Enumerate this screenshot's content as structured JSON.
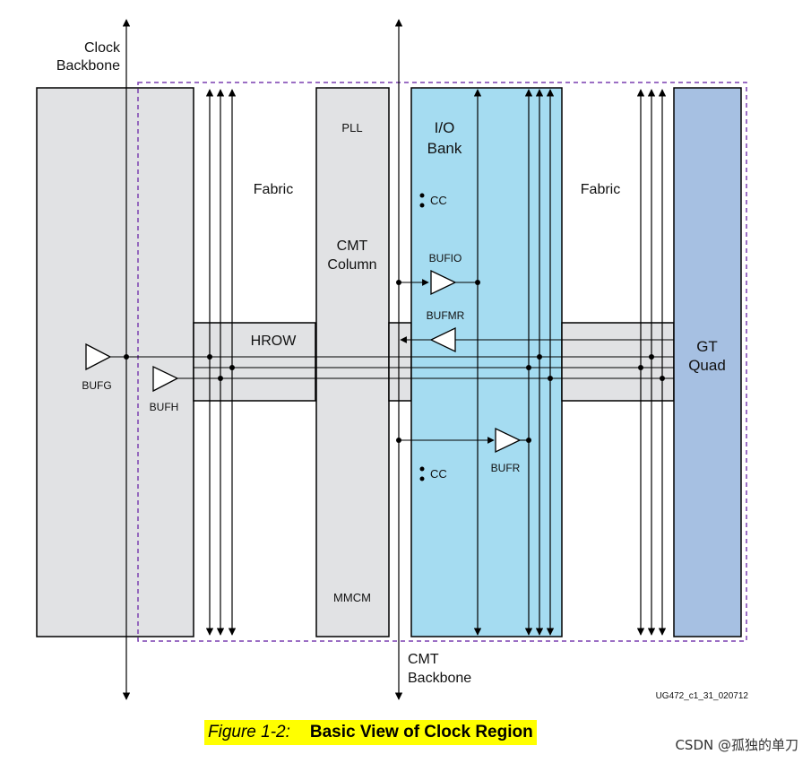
{
  "labels": {
    "clock_backbone": [
      "Clock",
      "Backbone"
    ],
    "cmt_backbone": [
      "CMT",
      "Backbone"
    ],
    "fabric_left": "Fabric",
    "fabric_right": "Fabric",
    "hrow": "HROW",
    "pll": "PLL",
    "cmt_column": [
      "CMT",
      "Column"
    ],
    "mmcm": "MMCM",
    "io_bank": [
      "I/O",
      "Bank"
    ],
    "cc_top": "CC",
    "cc_bottom": "CC",
    "bufio": "BUFIO",
    "bufmr": "BUFMR",
    "bufr": "BUFR",
    "bufg": "BUFG",
    "bufh": "BUFH",
    "gt_quad": [
      "GT",
      "Quad"
    ],
    "figure_id": "UG472_c1_31_020712"
  },
  "caption": {
    "figure_number": "Figure 1-2:",
    "title": "Basic View of Clock Region"
  },
  "watermark": "CSDN @孤独的单刀",
  "colors": {
    "gray_block": "#e1e2e4",
    "io_bank": "#a5dcf1",
    "gt_quad": "#a6c0e2",
    "dashed_region": "#7a3fb0",
    "caption_highlight": "#ffff00"
  }
}
